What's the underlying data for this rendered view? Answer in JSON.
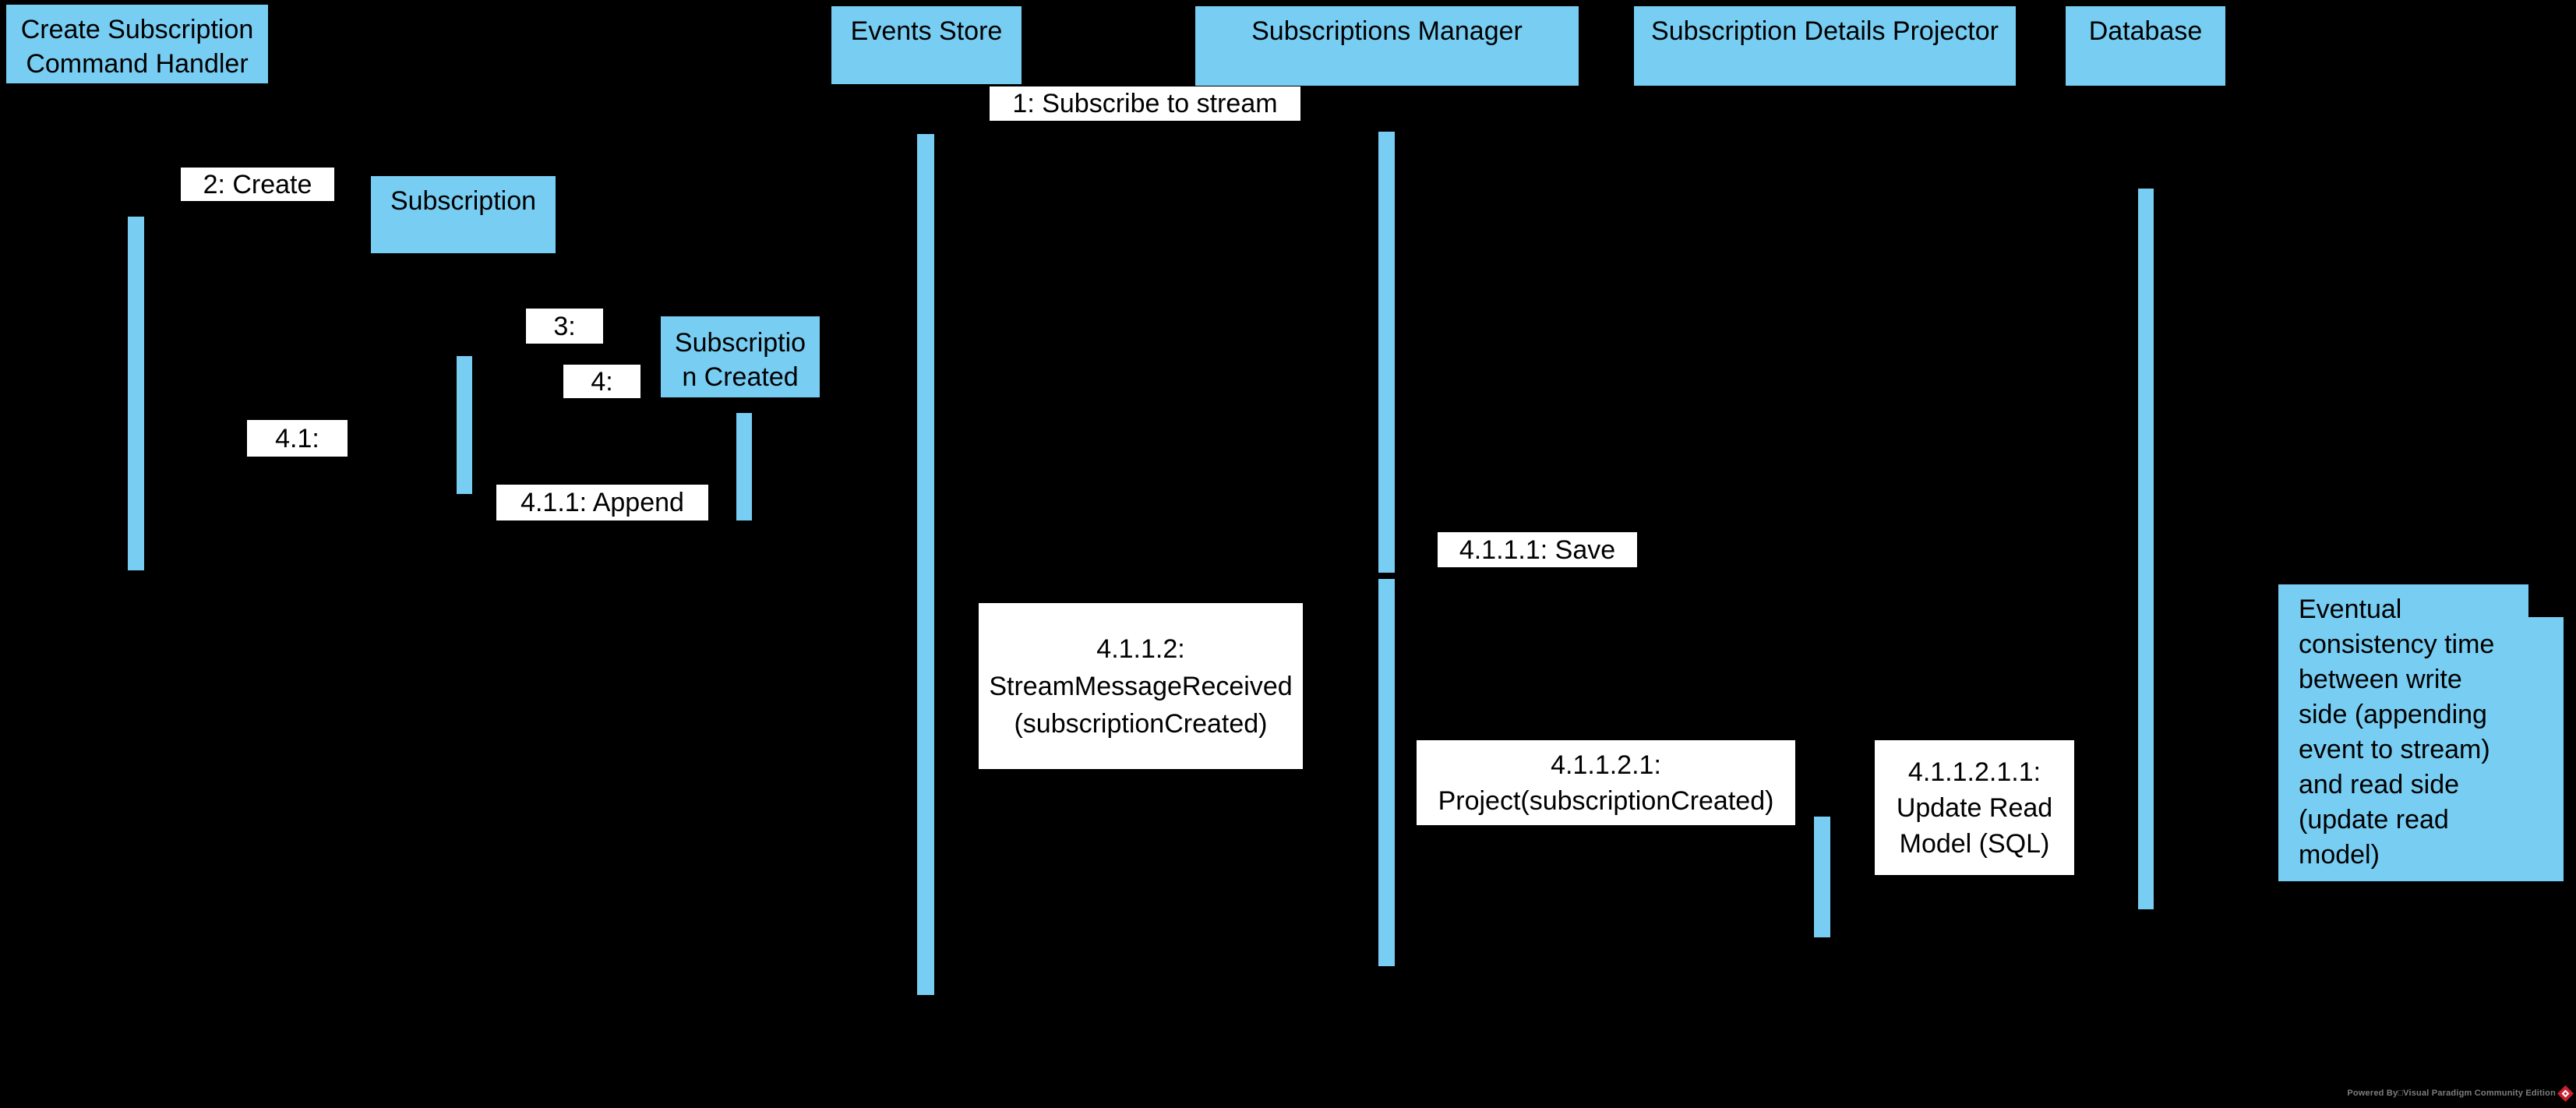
{
  "diagram": {
    "kind": "uml-sequence-diagram",
    "colors": {
      "background": "#000000",
      "shape_fill": "#77CDF2",
      "message_label_background": "#FFFFFF",
      "text": "#000000",
      "attribution_text": "#7D7D7D",
      "logo_red": "#C8202E"
    },
    "lifelines": [
      {
        "label": "Create Subscription\nCommand Handler"
      },
      {
        "label": "Events Store"
      },
      {
        "label": "Subscriptions Manager"
      },
      {
        "label": "Subscription Details Projector"
      },
      {
        "label": "Database"
      }
    ],
    "created_objects": [
      {
        "label": "Subscription"
      },
      {
        "label": "Subscriptio\nn Created"
      }
    ],
    "messages": [
      {
        "label": "1: Subscribe to stream"
      },
      {
        "label": "2: Create"
      },
      {
        "label": "3:"
      },
      {
        "label": "4:"
      },
      {
        "label": "4.1:"
      },
      {
        "label": "4.1.1: Append"
      },
      {
        "label": "4.1.1.1: Save"
      },
      {
        "label": "4.1.1.2:\nStreamMessageReceived\n(subscriptionCreated)"
      },
      {
        "label": "4.1.1.2.1:\nProject(subscriptionCreated)"
      },
      {
        "label": "4.1.1.2.1.1:\nUpdate Read\nModel (SQL)"
      }
    ],
    "note": {
      "text": "Eventual\nconsistency time\nbetween write\nside (appending\nevent to stream)\nand read side\n(update read\nmodel)"
    },
    "attribution": {
      "text": "Powered By□Visual Paradigm Community Edition",
      "logo": "visual-paradigm-red-diamond"
    }
  }
}
